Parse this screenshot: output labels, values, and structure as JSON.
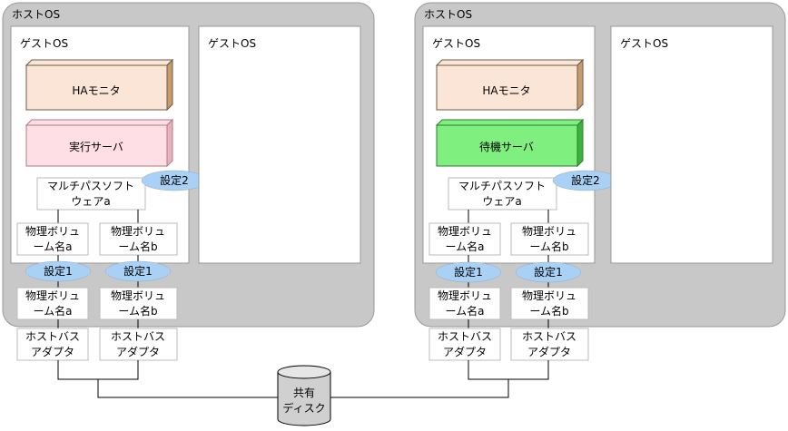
{
  "hosts": [
    {
      "label": "ホストOS",
      "guests": [
        {
          "label": "ゲストOS",
          "ha_monitor": "HAモニタ",
          "server": "実行サーバ",
          "multipath": [
            "マルチパスソフト",
            "ウェアa"
          ],
          "setting2": "設定2",
          "volumes": [
            [
              "物理ボリュ",
              "ーム名a"
            ],
            [
              "物理ボリュ",
              "ーム名b"
            ]
          ]
        },
        {
          "label": "ゲストOS"
        }
      ],
      "settings1": [
        "設定1",
        "設定1"
      ],
      "host_volumes": [
        [
          "物理ボリュ",
          "ーム名a"
        ],
        [
          "物理ボリュ",
          "ーム名b"
        ]
      ],
      "adapters": [
        [
          "ホストバス",
          "アダプタ"
        ],
        [
          "ホストバス",
          "アダプタ"
        ]
      ]
    },
    {
      "label": "ホストOS",
      "guests": [
        {
          "label": "ゲストOS",
          "ha_monitor": "HAモニタ",
          "server": "待機サーバ",
          "multipath": [
            "マルチパスソフト",
            "ウェアa"
          ],
          "setting2": "設定2",
          "volumes": [
            [
              "物理ボリュ",
              "ーム名a"
            ],
            [
              "物理ボリュ",
              "ーム名b"
            ]
          ]
        },
        {
          "label": "ゲストOS"
        }
      ],
      "settings1": [
        "設定1",
        "設定1"
      ],
      "host_volumes": [
        [
          "物理ボリュ",
          "ーム名a"
        ],
        [
          "物理ボリュ",
          "ーム名b"
        ]
      ],
      "adapters": [
        [
          "ホストバス",
          "アダプタ"
        ],
        [
          "ホストバス",
          "アダプタ"
        ]
      ]
    }
  ],
  "shared_disk": [
    "共有",
    "ディスク"
  ],
  "colors": {
    "host_bg": "#c8c8c8",
    "ha_monitor": "#fbe5d6",
    "active_server": "#ffdfe6",
    "standby_server": "#7ff07f",
    "setting_ellipse": "#a9d0f5",
    "box_border": "#999999",
    "line": "#000000"
  }
}
